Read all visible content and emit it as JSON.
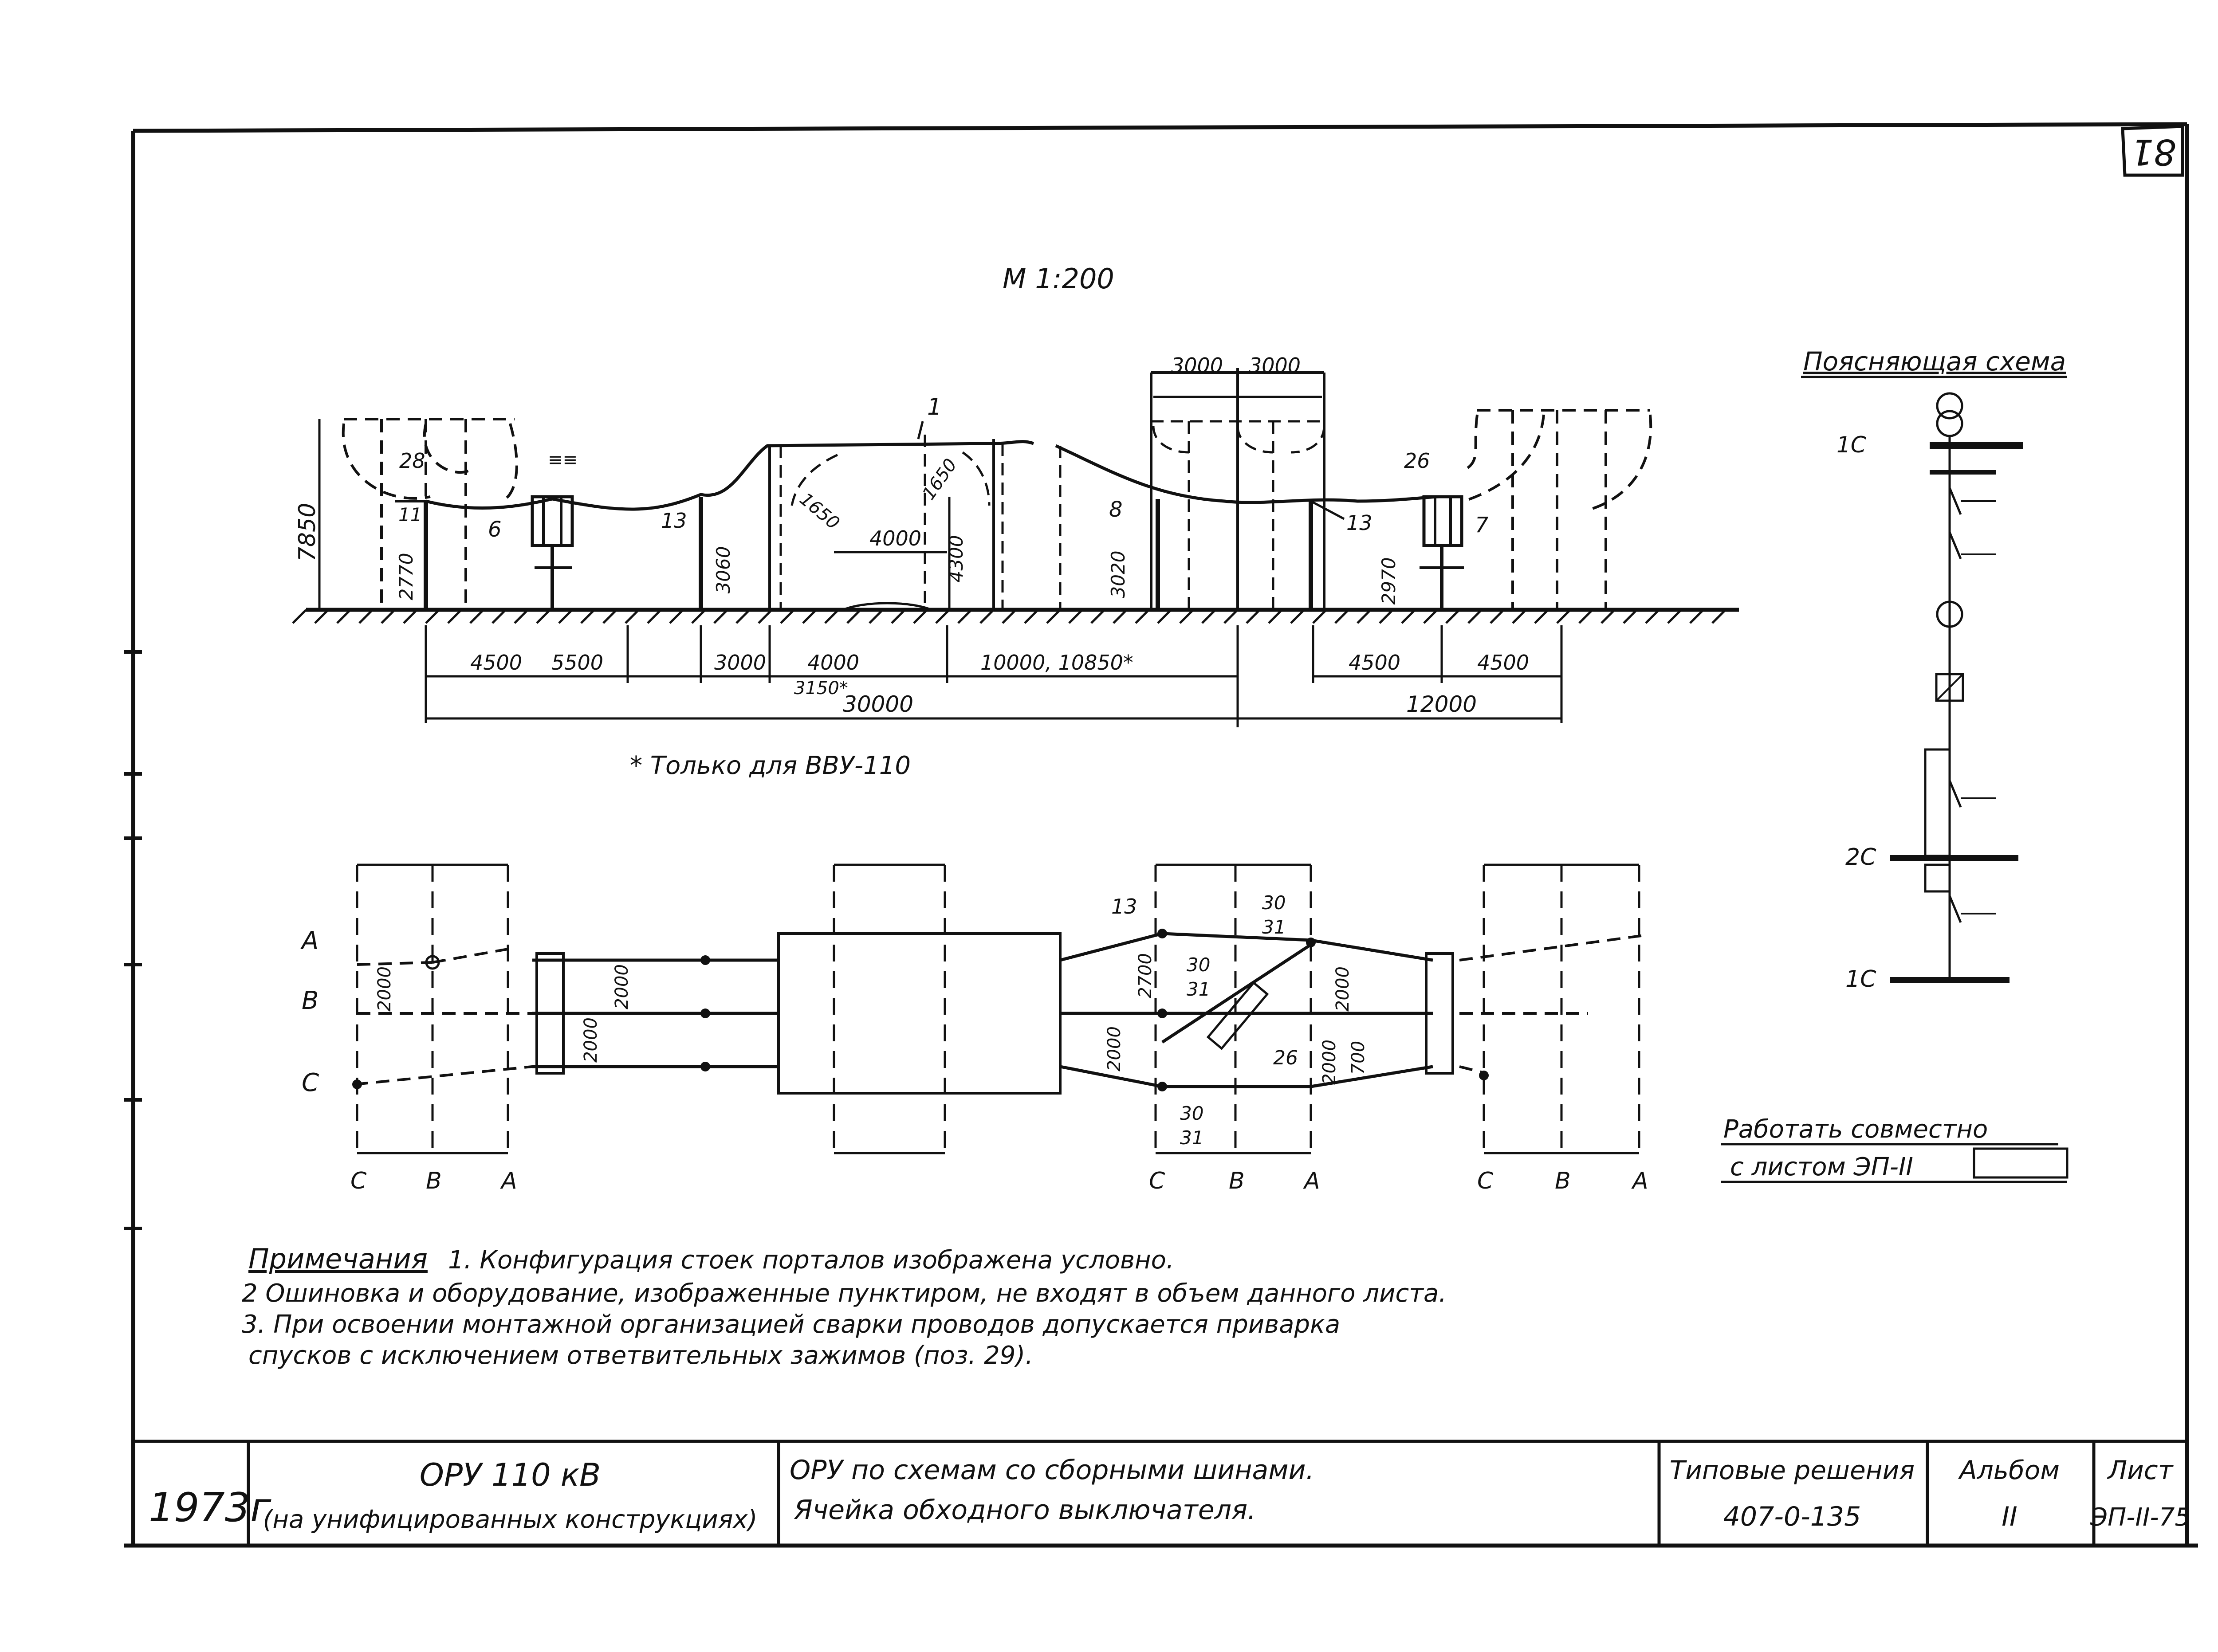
{
  "page_number": "81",
  "scale_label": "M 1:200",
  "footnote": "* Только для ВВУ-110",
  "section_view": {
    "dims": {
      "h7850": "7850",
      "h2770": "2770",
      "h3060": "3060",
      "h4300": "4300",
      "h3020": "3020",
      "h2970": "2970",
      "w4000_top": "4000",
      "w3000a": "3000",
      "w3000b": "3000",
      "r1650a": "1650",
      "r1650b": "1650",
      "s4500a": "4500",
      "s5500": "5500",
      "s3000": "3000",
      "s4000": "4000",
      "s10000": "10000, 10850*",
      "s3150": "3150*",
      "s4500b": "4500",
      "s4500c": "4500",
      "total30000": "30000",
      "total12000": "12000"
    },
    "labels": {
      "p1": "1",
      "p28": "28",
      "p11": "11",
      "p6": "6",
      "p13": "13",
      "p8": "8",
      "p13b": "13",
      "p26": "26",
      "p7": "7",
      "p_top": "26"
    }
  },
  "plan_view": {
    "phases_left": [
      "A",
      "B",
      "C"
    ],
    "phases_bottom": [
      "C",
      "B",
      "A"
    ],
    "dims": {
      "d2000a": "2000",
      "d2000b": "2000",
      "d2000c": "2000",
      "d2700": "2700",
      "d2000d": "2000",
      "d2000e": "2000",
      "d2000f": "2000",
      "d700": "700"
    },
    "labels": {
      "p13": "13",
      "p30a": "30",
      "p31a": "31",
      "p30b": "30",
      "p31b": "31",
      "p26": "26",
      "p30c": "30",
      "p31c": "31"
    }
  },
  "scheme": {
    "title": "Поясняющая схема",
    "bus_labels": [
      "1С",
      "2С",
      "1С"
    ]
  },
  "work_together": {
    "line1": "Работать совместно",
    "line2": "с листом ЭП-II"
  },
  "notes": {
    "heading": "Примечания",
    "items": [
      "1. Конфигурация стоек порталов изображена условно.",
      "2 Ошиновка и оборудование, изображенные пунктиром, не входят в объем данного листа.",
      "3. При освоении монтажной организацией сварки проводов допускается приварка",
      "спусков с исключением ответвительных зажимов (поз. 29)."
    ]
  },
  "title_block": {
    "year": "1973г",
    "object_line1": "ОРУ 110 кВ",
    "object_line2": "(на унифицированных конструкциях)",
    "desc_line1": "ОРУ по схемам со сборными шинами.",
    "desc_line2": "Ячейка обходного выключателя.",
    "series_label": "Типовые решения",
    "series_value": "407-0-135",
    "album_label": "Альбом",
    "album_value": "II",
    "sheet_label": "Лист",
    "sheet_value": "ЭП-II-75"
  }
}
